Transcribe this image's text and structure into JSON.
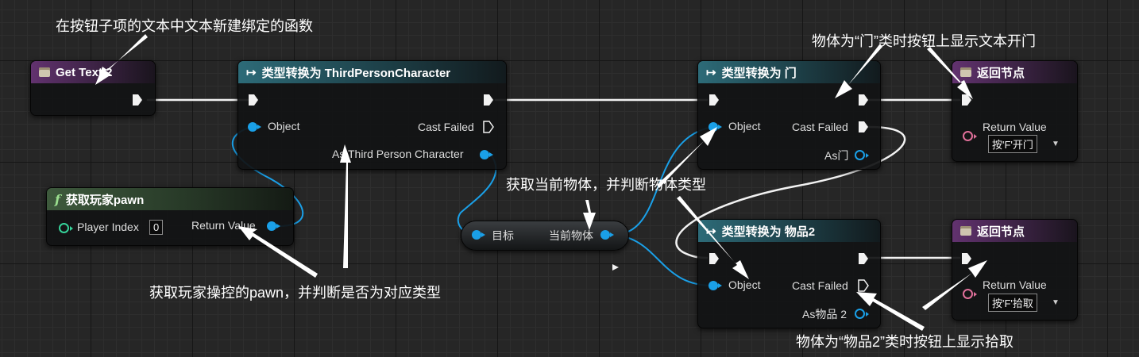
{
  "annotations": {
    "top_left": "在按钮子项的文本中文本新建绑定的函数",
    "top_right": "物体为“门”类时按钮上显示文本开门",
    "middle": "获取当前物体，并判断物体类型",
    "bottom_left": "获取玩家操控的pawn，并判断是否为对应类型",
    "bottom_right": "物体为“物品2”类时按钮上显示拾取"
  },
  "nodes": {
    "get_text": {
      "title": "Get Text 2"
    },
    "cast_character": {
      "title": "类型转换为 ThirdPersonCharacter",
      "object_label": "Object",
      "cast_failed_label": "Cast Failed",
      "as_label": "As Third Person Character"
    },
    "get_pawn": {
      "title": "获取玩家pawn",
      "player_index_label": "Player Index",
      "player_index_value": "0",
      "return_label": "Return Value"
    },
    "current_object": {
      "target_label": "目标",
      "output_label": "当前物体"
    },
    "cast_door": {
      "title": "类型转换为 门",
      "object_label": "Object",
      "cast_failed_label": "Cast Failed",
      "as_label": "As门"
    },
    "cast_item2": {
      "title": "类型转换为 物品2",
      "object_label": "Object",
      "cast_failed_label": "Cast Failed",
      "as_label": "As物品 2"
    },
    "return_open": {
      "title": "返回节点",
      "return_label": "Return Value",
      "value": "按'F'开门"
    },
    "return_pickup": {
      "title": "返回节点",
      "return_label": "Return Value",
      "value": "按'F'拾取"
    }
  },
  "colors": {
    "exec_wire": "#ffffff",
    "object_wire": "#1aa0e8",
    "function_header": "#62326f",
    "cast_header": "#2d6b78",
    "pure_header": "#3e5a3d"
  }
}
